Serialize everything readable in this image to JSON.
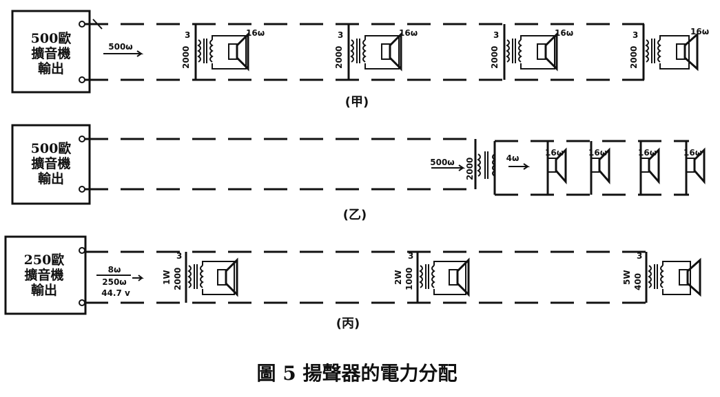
{
  "panels": [
    {
      "id": "a",
      "label": "(甲)",
      "amp": {
        "line1": "500歐",
        "line2": "擴音機",
        "line3": "輸出"
      },
      "feed_label": "500ω",
      "speakers": [
        {
          "transformer": "2000",
          "tap": "3",
          "impedance": "16ω"
        },
        {
          "transformer": "2000",
          "tap": "3",
          "impedance": "16ω"
        },
        {
          "transformer": "2000",
          "tap": "3",
          "impedance": "16ω"
        },
        {
          "transformer": "2000",
          "tap": "3",
          "impedance": "16ω"
        }
      ]
    },
    {
      "id": "b",
      "label": "(乙)",
      "amp": {
        "line1": "500歐",
        "line2": "擴音機",
        "line3": "輸出"
      },
      "primary_label": "500ω",
      "transformer": "2000",
      "secondary_label": "4ω",
      "speakers": [
        {
          "impedance": "16ω"
        },
        {
          "impedance": "16ω"
        },
        {
          "impedance": "16ω"
        },
        {
          "impedance": "16ω"
        }
      ]
    },
    {
      "id": "c",
      "label": "(丙)",
      "amp": {
        "line1": "250歐",
        "line2": "擴音機",
        "line3": "輸出"
      },
      "feed_lines": [
        "8ω",
        "250ω",
        "44.7 v"
      ],
      "speakers": [
        {
          "power": "1W",
          "transformer": "2000",
          "tap": "3"
        },
        {
          "power": "2W",
          "transformer": "1000",
          "tap": "3"
        },
        {
          "power": "5W",
          "transformer": "400",
          "tap": "3"
        }
      ]
    }
  ],
  "caption": "圖 5  揚聲器的電力分配"
}
